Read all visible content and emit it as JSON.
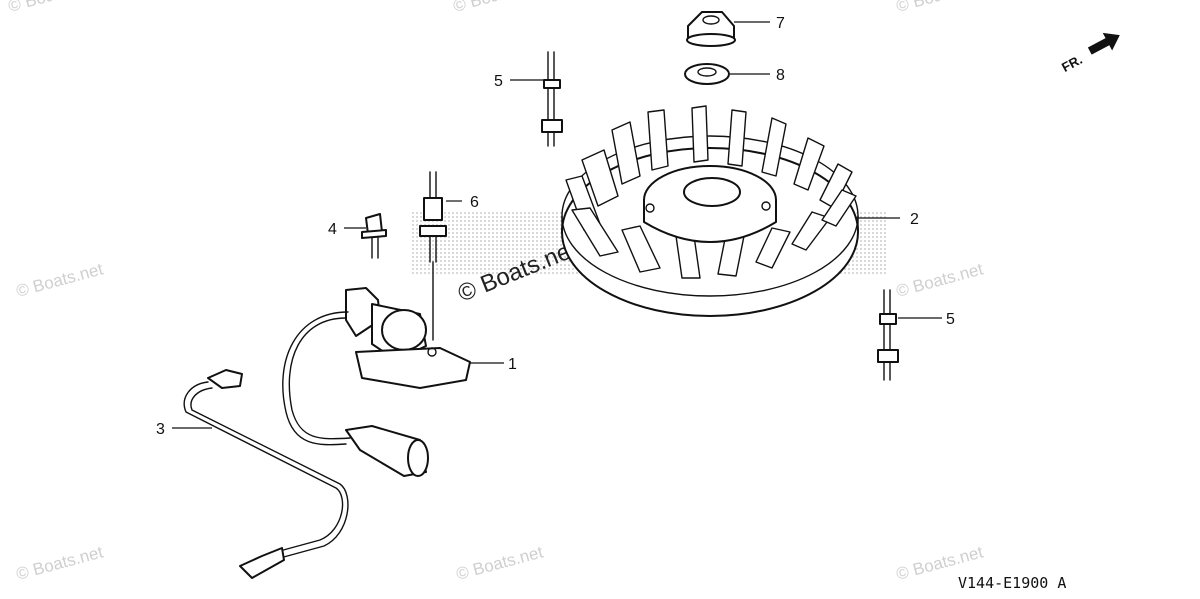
{
  "diagram": {
    "callouts": [
      {
        "id": "callout-1",
        "label": "1"
      },
      {
        "id": "callout-2",
        "label": "2"
      },
      {
        "id": "callout-3",
        "label": "3"
      },
      {
        "id": "callout-4",
        "label": "4"
      },
      {
        "id": "callout-5a",
        "label": "5"
      },
      {
        "id": "callout-5b",
        "label": "5"
      },
      {
        "id": "callout-6",
        "label": "6"
      },
      {
        "id": "callout-7",
        "label": "7"
      },
      {
        "id": "callout-8",
        "label": "8"
      }
    ],
    "direction_label": "FR.",
    "drawing_code": "V144-E1900 A",
    "watermark_text": "© Boats.net",
    "watermark_big_text": "© Boats.net"
  },
  "colors": {
    "line": "#111111",
    "watermark": "#cfcfcf",
    "halftone": "#c8c8c8"
  }
}
